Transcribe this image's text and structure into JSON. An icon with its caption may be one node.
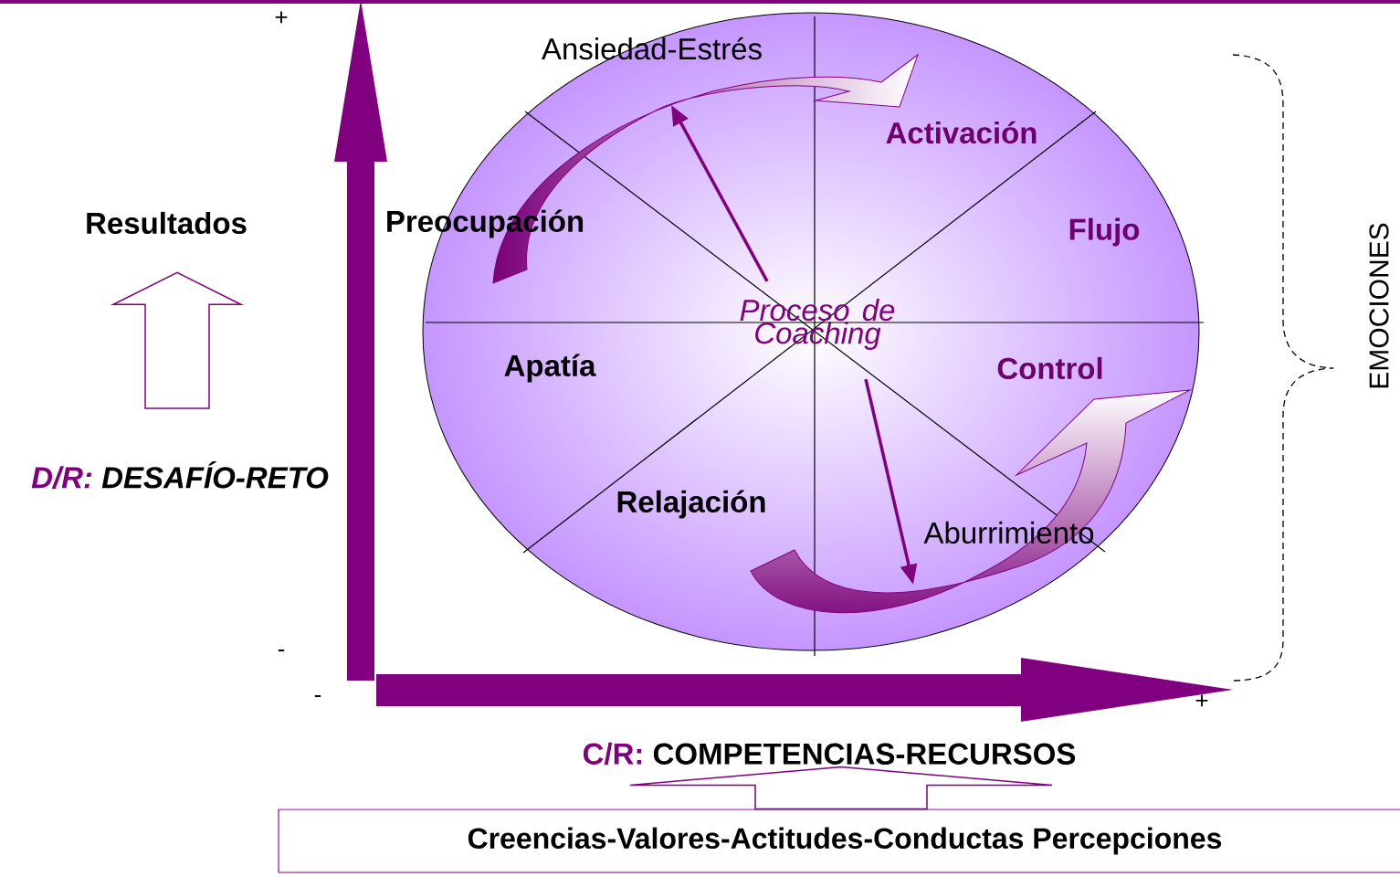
{
  "diagram": {
    "nodes": [
      {
        "text": [
          "Ansiedad-Estrés",
          "Activación",
          "Preocupación",
          "Flujo",
          "Apatía",
          "Control",
          "Relajación",
          "Aburrimiento"
        ]
      },
      {
        "text": [
          "Proceso de Coaching"
        ],
        "in": 0
      },
      {
        "text": [
          "Resultados"
        ]
      },
      {
        "text": [
          "D/R:",
          "DESAFÍO-RETO"
        ]
      },
      {
        "text": [
          "C/R:",
          "COMPETENCIAS-RECURSOS"
        ]
      },
      {
        "text": [
          "Creencias-Valores-Actitudes-Conductas Percepciones"
        ]
      }
    ],
    "edges": [
      {
        "from": 1,
        "to": null,
        "arrow": "to"
      },
      {
        "from": 1,
        "to": null,
        "arrow": "to"
      },
      {
        "from": 3,
        "to": 2,
        "arrow": "to"
      },
      {
        "from": 5,
        "to": 4,
        "arrow": "to"
      }
    ],
    "labels": [
      "+",
      "EMOCIONES",
      "-",
      "-",
      "+"
    ]
  }
}
